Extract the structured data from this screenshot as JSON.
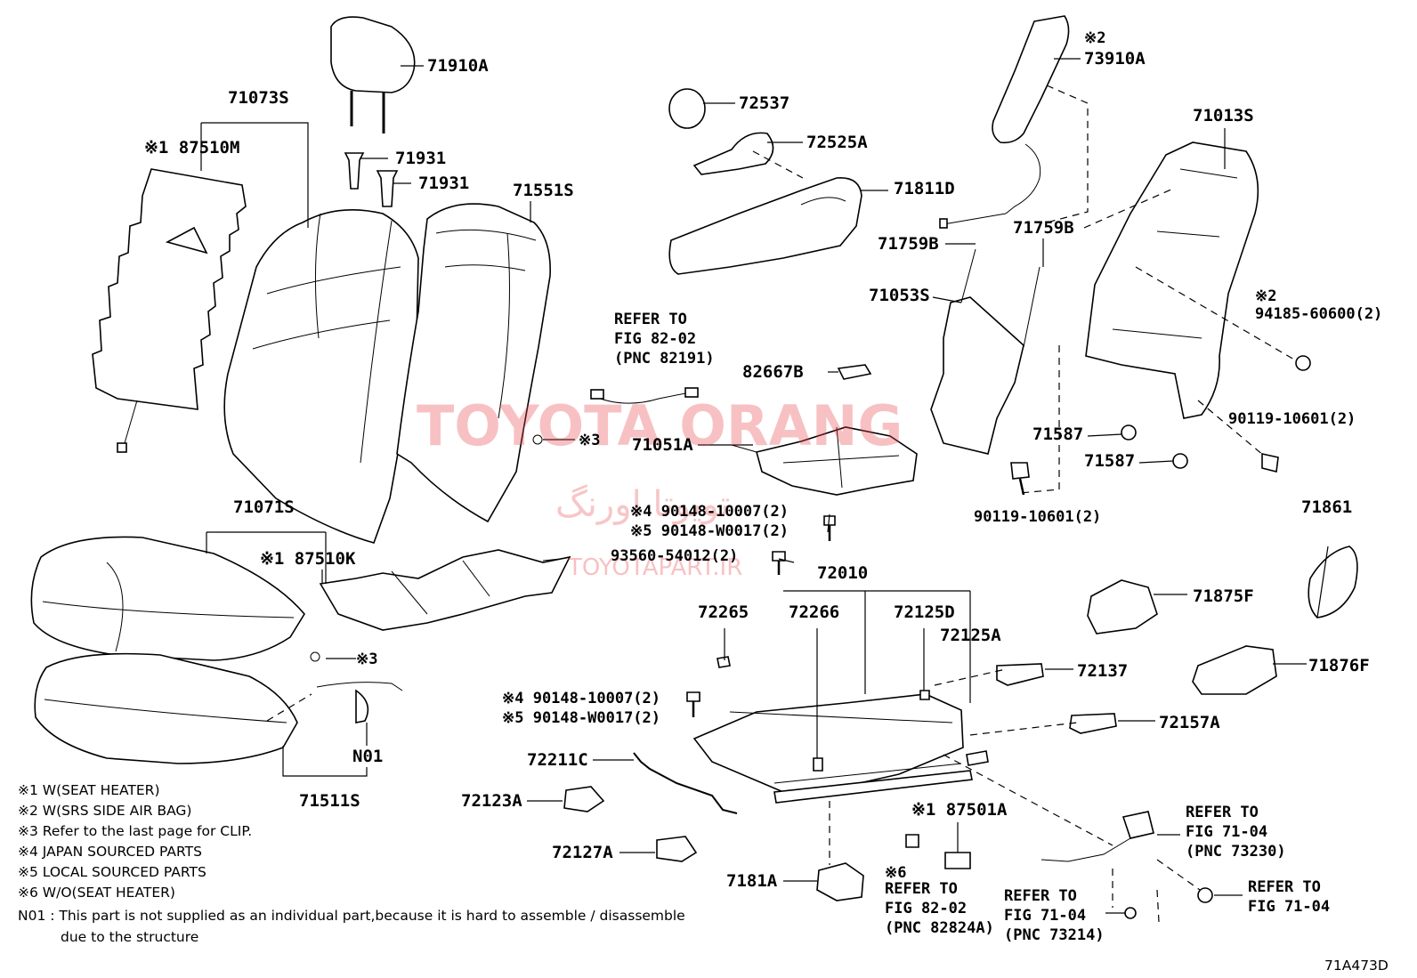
{
  "watermark": {
    "line1": "TOYOTA ORANG",
    "line2": "تویوتا اورنگ",
    "line3": "TOYOTAPART.IR"
  },
  "diagram_code": "71A473D",
  "labels": {
    "p71910A": "71910A",
    "p71073S": "71073S",
    "p87510M": "※1 87510M",
    "p71931a": "71931",
    "p71931b": "71931",
    "p71551S": "71551S",
    "p72537": "72537",
    "p72525A": "72525A",
    "p71811D": "71811D",
    "p73910A_note": "※2",
    "p73910A": "73910A",
    "p71013S": "71013S",
    "p71759Ba": "71759B",
    "p71759Bb": "71759B",
    "p71053S": "71053S",
    "p94185_note": "※2",
    "p94185": "94185-60600(2)",
    "p82667B": "82667B",
    "p71051A": "71051A",
    "clip1": "※3",
    "p71587a": "71587",
    "p71587b": "71587",
    "p90119a": "90119-10601(2)",
    "p90119b": "90119-10601(2)",
    "p71071S": "71071S",
    "p87510K": "※1 87510K",
    "p90148a1": "※4 90148-10007(2)",
    "p90148a2": "※5 90148-W0017(2)",
    "p93560": "93560-54012(2)",
    "p72010": "72010",
    "p71861": "71861",
    "p72265": "72265",
    "p72266": "72266",
    "p72125D": "72125D",
    "p72125A": "72125A",
    "p71875F": "71875F",
    "clip2": "※3",
    "p72137": "72137",
    "p71876F": "71876F",
    "p90148b1": "※4 90148-10007(2)",
    "p90148b2": "※5 90148-W0017(2)",
    "p72157A": "72157A",
    "pN01": "N01",
    "p72211C": "72211C",
    "p71511S": "71511S",
    "p72123A": "72123A",
    "p87501A": "※1 87501A",
    "p72127A": "72127A",
    "p7181A": "7181A",
    "note6": "※6"
  },
  "refs": {
    "r82191": [
      "REFER TO",
      "FIG 82-02",
      "(PNC 82191)"
    ],
    "r73230": [
      "REFER TO",
      "FIG 71-04",
      "(PNC 73230)"
    ],
    "r82824A": [
      "REFER TO",
      "FIG 82-02",
      "(PNC 82824A)"
    ],
    "r73214": [
      "REFER TO",
      "FIG 71-04",
      "(PNC 73214)"
    ],
    "r7104": [
      "REFER TO",
      "FIG 71-04"
    ]
  },
  "notes": [
    "※1 W(SEAT HEATER)",
    "※2 W(SRS SIDE AIR BAG)",
    "※3 Refer to the last page for CLIP.",
    "※4 JAPAN SOURCED PARTS",
    "※5 LOCAL SOURCED PARTS",
    "※6 W/O(SEAT HEATER)",
    "N01 : This part is not supplied as an individual part,because it is hard to assemble / disassemble",
    "due to the structure"
  ]
}
